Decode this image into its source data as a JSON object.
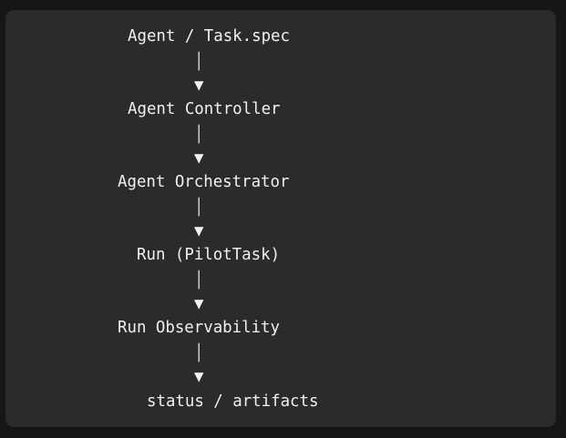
{
  "nodes": [
    {
      "label": "Agent / Task.spec"
    },
    {
      "label": "Agent Controller"
    },
    {
      "label": "Agent Orchestrator"
    },
    {
      "label": "Run (PilotTask)"
    },
    {
      "label": "Run Observability"
    },
    {
      "label": "status / artifacts"
    }
  ],
  "connector_glyph": "│",
  "arrow_glyph": "▼"
}
